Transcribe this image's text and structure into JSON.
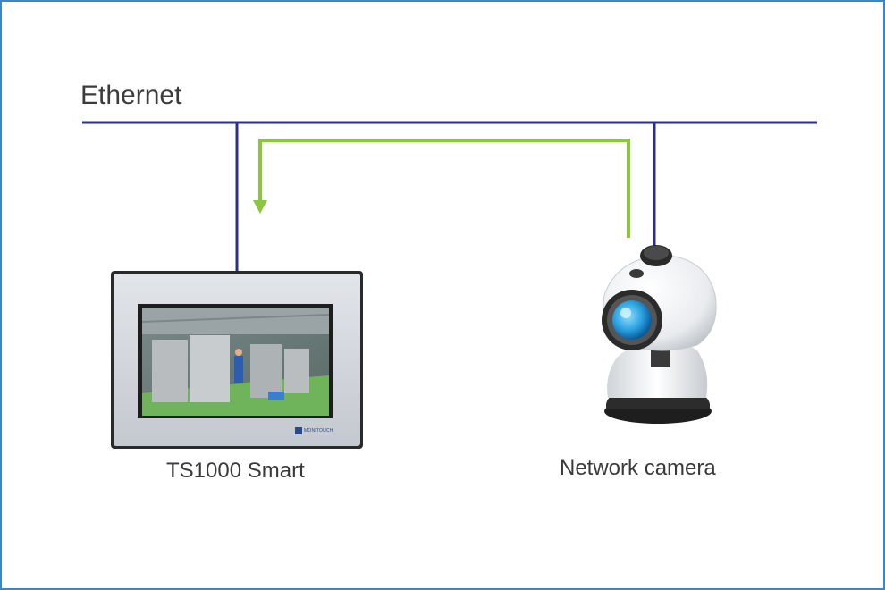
{
  "labels": {
    "network": "Ethernet",
    "hmi": "TS1000 Smart",
    "camera": "Network camera",
    "hmi_brand": "MONITOUCH"
  },
  "icons": {
    "hmi": "touch-panel-icon",
    "camera": "webcam-icon",
    "flow_arrow": "arrow-down-icon"
  },
  "colors": {
    "network_line": "#2b2f8a",
    "video_flow": "#8cc63f",
    "frame_border": "#3a86c6",
    "camera_lens": "#2aa0e0"
  }
}
